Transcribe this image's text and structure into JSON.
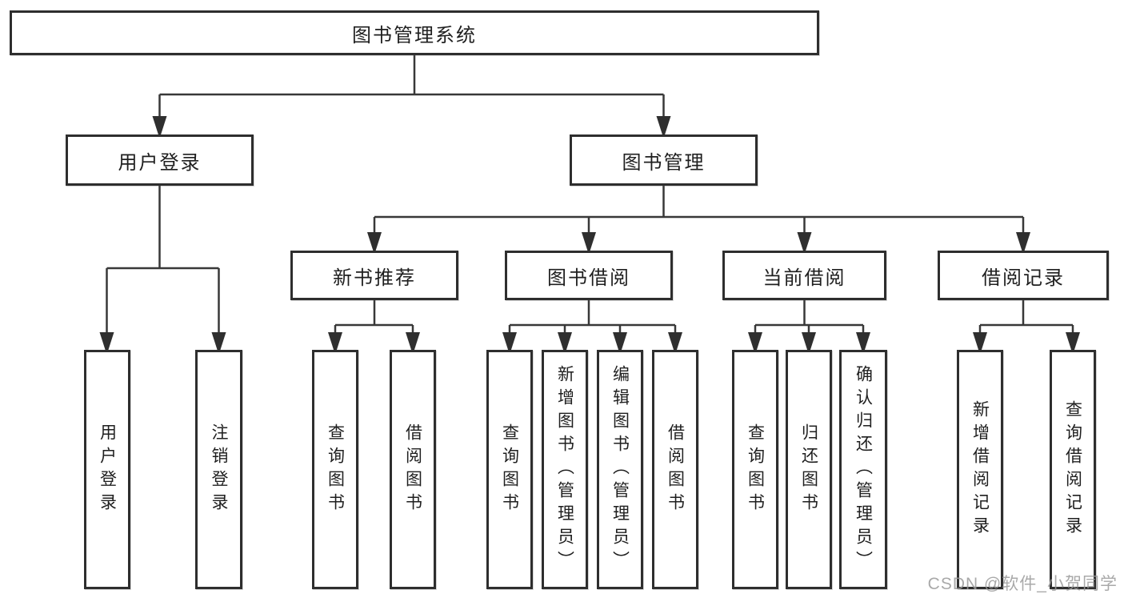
{
  "watermark": "CSDN @软件_小贺同学",
  "tree": {
    "label": "图书管理系统",
    "children": [
      {
        "label": "用户登录",
        "children": [
          {
            "label": "用户登录"
          },
          {
            "label": "注销登录"
          }
        ]
      },
      {
        "label": "图书管理",
        "children": [
          {
            "label": "新书推荐",
            "children": [
              {
                "label": "查询图书"
              },
              {
                "label": "借阅图书"
              }
            ]
          },
          {
            "label": "图书借阅",
            "children": [
              {
                "label": "查询图书"
              },
              {
                "label": "新增图书（管理员）"
              },
              {
                "label": "编辑图书（管理员）"
              },
              {
                "label": "借阅图书"
              }
            ]
          },
          {
            "label": "当前借阅",
            "children": [
              {
                "label": "查询图书"
              },
              {
                "label": "归还图书"
              },
              {
                "label": "确认归还（管理员）"
              }
            ]
          },
          {
            "label": "借阅记录",
            "children": [
              {
                "label": "新增借阅记录"
              },
              {
                "label": "查询借阅记录"
              }
            ]
          }
        ]
      }
    ]
  }
}
